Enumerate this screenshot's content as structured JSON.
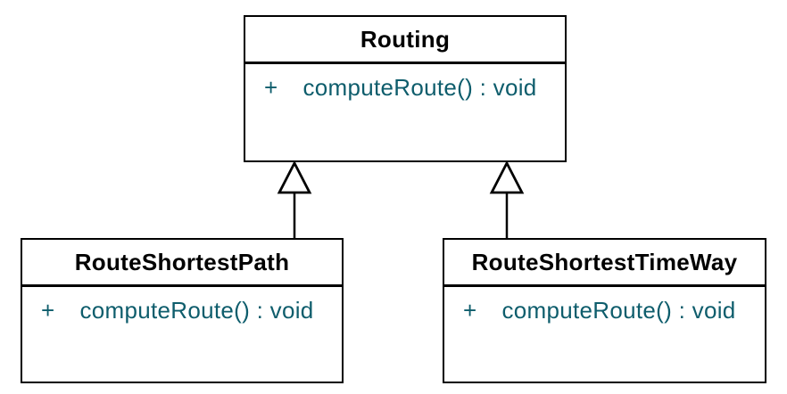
{
  "diagram": {
    "kind": "uml-class-diagram",
    "classes": [
      {
        "name": "Routing",
        "methods": [
          {
            "visibility": "+",
            "signature": "computeRoute() : void"
          }
        ]
      },
      {
        "name": "RouteShortestPath",
        "methods": [
          {
            "visibility": "+",
            "signature": "computeRoute() : void"
          }
        ]
      },
      {
        "name": "RouteShortestTimeWay",
        "methods": [
          {
            "visibility": "+",
            "signature": "computeRoute() : void"
          }
        ]
      }
    ],
    "relationships": [
      {
        "type": "generalization",
        "from": "RouteShortestPath",
        "to": "Routing"
      },
      {
        "type": "generalization",
        "from": "RouteShortestTimeWay",
        "to": "Routing"
      }
    ],
    "colors": {
      "background": "#ffffff",
      "border": "#000000",
      "title_text": "#000000",
      "method_text": "#0e5d6c"
    }
  }
}
